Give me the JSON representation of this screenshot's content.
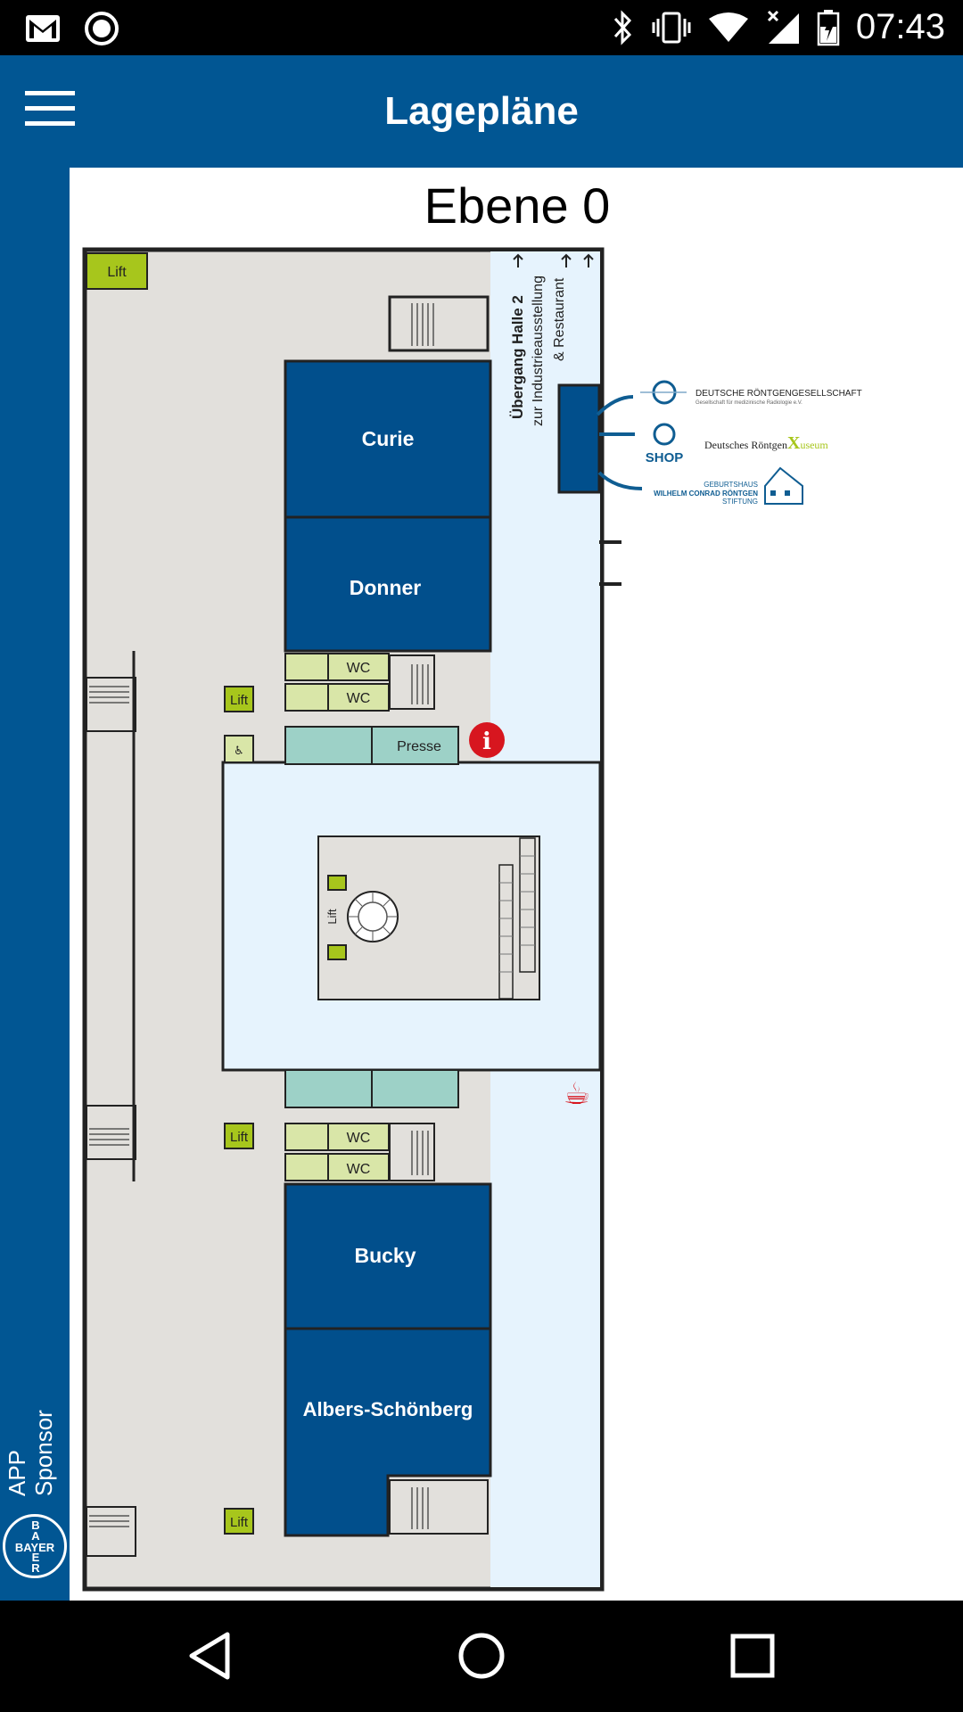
{
  "status_bar": {
    "time": "07:43",
    "left_icons": [
      "gmail-icon",
      "record-icon"
    ],
    "right_icons": [
      "bluetooth-icon",
      "vibrate-icon",
      "wifi-icon",
      "signal-icon",
      "battery-icon"
    ]
  },
  "app_bar": {
    "title": "Lagepläne",
    "menu_icon": "hamburger-menu-icon"
  },
  "sponsor": {
    "label_line1": "APP",
    "label_line2": "Sponsor",
    "logo_text": "BAYER"
  },
  "floorplan": {
    "level_title": "Ebene 0",
    "rooms": {
      "curie": "Curie",
      "donner": "Donner",
      "bucky": "Bucky",
      "albers": "Albers-Schönberg",
      "presse": "Presse",
      "wc": "WC",
      "lift": "Lift"
    },
    "passage_title": "Übergang Halle 2",
    "passage_sub1": "zur Industrieausstellung",
    "passage_sub2": "& Restaurant",
    "info_marker": "i",
    "logos": {
      "drg": "DEUTSCHE RÖNTGENGESELLSCHAFT",
      "drg_sub": "Gesellschaft für medizinische Radiologie e.V.",
      "shop": "SHOP",
      "museum_a": "Deutsches Röntgen",
      "museum_x": "X",
      "museum_b": "useum",
      "geb1": "GEBURTSHAUS",
      "geb2": "WILHELM CONRAD RÖNTGEN",
      "geb3": "STIFTUNG"
    }
  },
  "colors": {
    "primary": "#015693",
    "room_blue": "#014f8c",
    "floor_gray": "#e2e0dc",
    "corridor": "#e6f3fd",
    "lift_green": "#a7c61c",
    "wc_green": "#d9e6a8",
    "teal": "#9dd1c7",
    "info_red": "#d7161f"
  },
  "nav_bar": {
    "icons": [
      "back-icon",
      "home-icon",
      "recents-icon"
    ]
  }
}
